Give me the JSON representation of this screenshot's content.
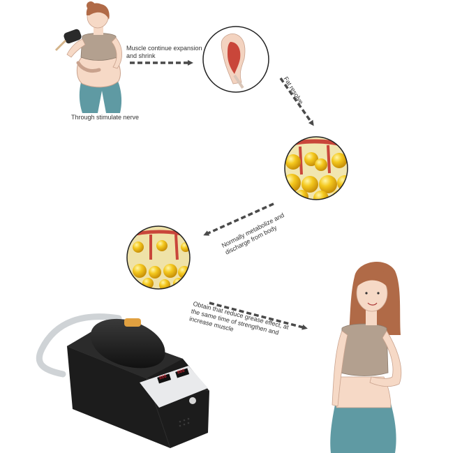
{
  "steps": {
    "step1": "Through stimulate nerve",
    "step2_line1": "Muscle continue expansion",
    "step2_line2": "and shrink",
    "step3": "Fat resolve",
    "step4_line1": "Normally metabolize and",
    "step4_line2": "discharge from body",
    "step5_line1": "Obtain that reduce grease effect, at",
    "step5_line2": "the same time of strengthen and",
    "step5_line3": "increase muscle"
  },
  "device": {
    "display_left": "888",
    "display_right": "888"
  },
  "colors": {
    "arrow": "#4a4a4a",
    "fat": "#f2c21b",
    "muscle": "#c9463a",
    "device": "#1c1c1c",
    "pants": "#5f9aa3",
    "top": "#b3a08f",
    "hair": "#b06a47",
    "skin": "#f6d9c6"
  }
}
